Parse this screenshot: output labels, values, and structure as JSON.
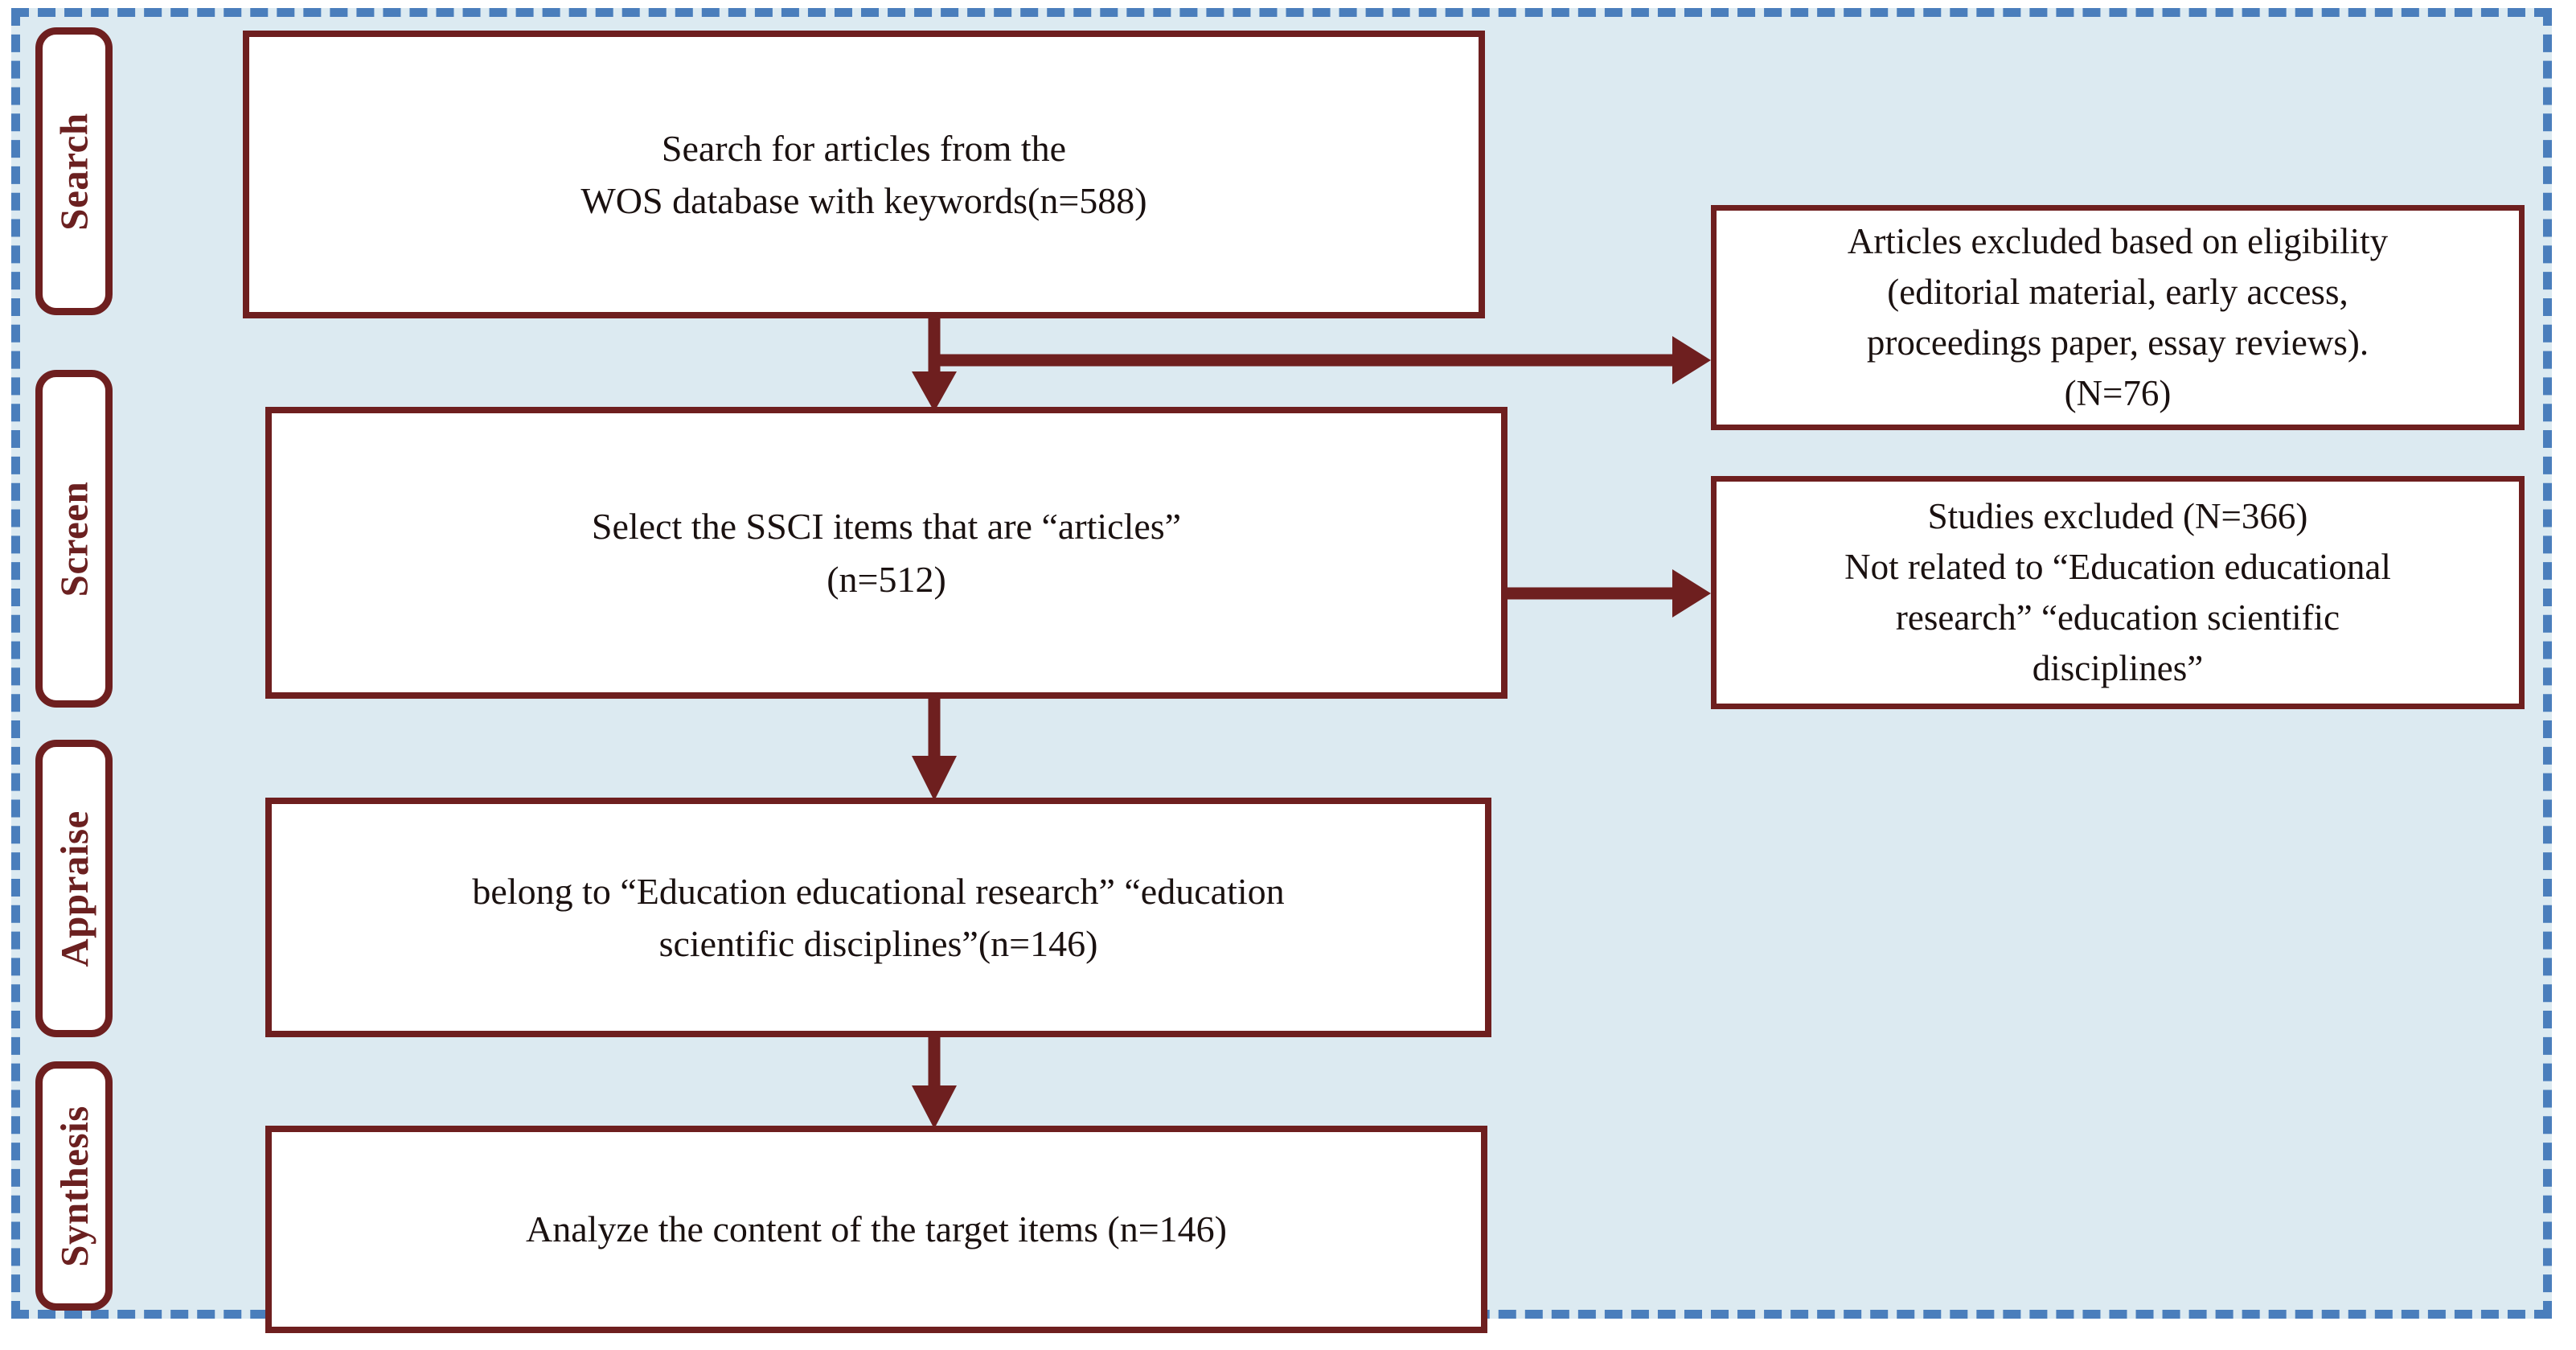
{
  "diagram": {
    "title": "PRISMA-style article selection flowchart",
    "frame": {
      "border_color": "#4A7EBC",
      "background_color": "#DCEAF1",
      "border_style": "dashed"
    },
    "accent_color": "#6E1F1F",
    "text_color": "#1A1110",
    "stage_label_color": "#6B2020",
    "stages": [
      {
        "label": "Search"
      },
      {
        "label": "Screen"
      },
      {
        "label": "Appraise"
      },
      {
        "label": "Synthesis"
      }
    ],
    "flow_boxes": [
      {
        "id": "search-box",
        "text": "Search for articles from the\nWOS database with keywords(n=588)",
        "count": 588
      },
      {
        "id": "screen-box",
        "text": "Select the SSCI items that are “articles”\n(n=512)",
        "count": 512
      },
      {
        "id": "appraise-box",
        "text": "belong to “Education educational research” “education\nscientific disciplines”(n=146)",
        "count": 146
      },
      {
        "id": "synthesis-box",
        "text": "Analyze the content of the target items (n=146)",
        "count": 146
      }
    ],
    "exclusion_boxes": [
      {
        "id": "eligibility-exclusion",
        "text": "Articles excluded based on eligibility\n(editorial material, early access,\nproceedings paper, essay reviews).\n(N=76)",
        "count": 76
      },
      {
        "id": "topic-exclusion",
        "text": "Studies excluded (N=366)\nNot related to “Education educational\nresearch” “education scientific\ndisciplines”",
        "count": 366
      }
    ],
    "connectors": [
      {
        "id": "search-to-screen",
        "type": "vertical-arrow"
      },
      {
        "id": "search-to-eligibility-exclusion",
        "type": "horizontal-branch-arrow"
      },
      {
        "id": "screen-to-topic-exclusion",
        "type": "horizontal-arrow"
      },
      {
        "id": "screen-to-appraise",
        "type": "vertical-arrow"
      },
      {
        "id": "appraise-to-synthesis",
        "type": "vertical-arrow"
      }
    ]
  }
}
